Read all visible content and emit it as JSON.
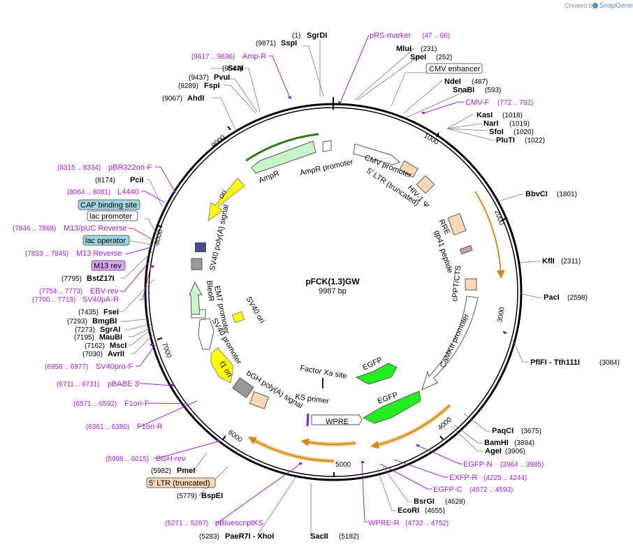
{
  "plasmid": {
    "name": "pFCK(1.3)GW",
    "size": "9987 bp"
  },
  "credit": {
    "prefix": "Created by",
    "brand": "SnapGene"
  },
  "ticks": [
    "1000",
    "2000",
    "3000",
    "4000",
    "5000",
    "6000",
    "7000",
    "8000",
    "9000"
  ],
  "sites": [
    {
      "name": "SgrDI",
      "pos": "(1)"
    },
    {
      "name": "SspI",
      "pos": "(9871)"
    },
    {
      "name": "ScaI",
      "pos": "(9547)"
    },
    {
      "name": "PvuI",
      "pos": "(9437)"
    },
    {
      "name": "FspI",
      "pos": "(9289)"
    },
    {
      "name": "AhdI",
      "pos": "(9067)"
    },
    {
      "name": "MluI",
      "pos": "(231)"
    },
    {
      "name": "SpeI",
      "pos": "(252)"
    },
    {
      "name": "NdeI",
      "pos": "(487)"
    },
    {
      "name": "SnaBI",
      "pos": "(593)"
    },
    {
      "name": "KasI",
      "pos": "(1018)"
    },
    {
      "name": "NarI",
      "pos": "(1019)"
    },
    {
      "name": "SfoI",
      "pos": "(1020)"
    },
    {
      "name": "PluTI",
      "pos": "(1022)"
    },
    {
      "name": "BbvCI",
      "pos": "(1801)"
    },
    {
      "name": "KflI",
      "pos": "(2311)"
    },
    {
      "name": "PacI",
      "pos": "(2598)"
    },
    {
      "name": "PflFI - Tth111I",
      "pos": "(3084)"
    },
    {
      "name": "PaqCI",
      "pos": "(3675)"
    },
    {
      "name": "BamHI",
      "pos": "(3894)"
    },
    {
      "name": "AgeI",
      "pos": "(3906)"
    },
    {
      "name": "BsrGI",
      "pos": "(4628)"
    },
    {
      "name": "EcoRI",
      "pos": "(4655)"
    },
    {
      "name": "SacII",
      "pos": "(5182)"
    },
    {
      "name": "PaeR7I - XhoI",
      "pos": "(5283)"
    },
    {
      "name": "BspEI",
      "pos": "(5779)"
    },
    {
      "name": "PmeI",
      "pos": "(5982)"
    },
    {
      "name": "PciI",
      "pos": "(8174)"
    },
    {
      "name": "BstZ17I",
      "pos": "(7795)"
    },
    {
      "name": "FseI",
      "pos": "(7435)"
    },
    {
      "name": "BmgBI",
      "pos": "(7293)"
    },
    {
      "name": "SgrAI",
      "pos": "(7273)"
    },
    {
      "name": "MauBI",
      "pos": "(7195)"
    },
    {
      "name": "MscI",
      "pos": "(7162)"
    },
    {
      "name": "AvrII",
      "pos": "(7030)"
    }
  ],
  "primers": [
    {
      "name": "pRS-marker",
      "pos": "(47 .. 66)"
    },
    {
      "name": "Amp-R",
      "pos": "(9617 .. 9636)"
    },
    {
      "name": "CMV-F",
      "pos": "(772 .. 792)"
    },
    {
      "name": "pBR322ori-F",
      "pos": "(8315 .. 8334)"
    },
    {
      "name": "L4440",
      "pos": "(8064 .. 8081)"
    },
    {
      "name": "M13/pUC Reverse",
      "pos": "(7846 .. 7868)"
    },
    {
      "name": "M13 Reverse",
      "pos": "(7833 .. 7849)"
    },
    {
      "name": "EBV-rev",
      "pos": "(7754 .. 7773)"
    },
    {
      "name": "SV40pA-R",
      "pos": "(7700 .. 7719)"
    },
    {
      "name": "SV40pro-F",
      "pos": "(6958 .. 6977)"
    },
    {
      "name": "pBABE 3'",
      "pos": "(6711 .. 6731)"
    },
    {
      "name": "F1ori-F",
      "pos": "(6571 .. 6592)"
    },
    {
      "name": "F1ori-R",
      "pos": "(6361 .. 6380)"
    },
    {
      "name": "BGH-rev",
      "pos": "(5998 .. 6015)"
    },
    {
      "name": "pBluescriptKS",
      "pos": "(5271 .. 5287)"
    },
    {
      "name": "WPRE-R",
      "pos": "(4732 .. 4752)"
    },
    {
      "name": "EGFP-C",
      "pos": "(4572 .. 4593)"
    },
    {
      "name": "EXFP-R",
      "pos": "(4225 .. 4244)"
    },
    {
      "name": "EGFP-N",
      "pos": "(3964 .. 3985)"
    }
  ],
  "boxes": [
    {
      "label": "CMV enhancer"
    },
    {
      "label": "CAP binding site"
    },
    {
      "label": "lac promoter"
    },
    {
      "label": "lac operator"
    },
    {
      "label": "M13 rev"
    },
    {
      "label": "5' LTR (truncated)"
    }
  ],
  "features": [
    {
      "label": "AmpR"
    },
    {
      "label": "AmpR promoter"
    },
    {
      "label": "ori"
    },
    {
      "label": "SV40 poly(A) signal"
    },
    {
      "label": "CMV promoter"
    },
    {
      "label": "5' LTR (truncated)"
    },
    {
      "label": "HIV-1 Ψ"
    },
    {
      "label": "RRE"
    },
    {
      "label": "gp41 peptide"
    },
    {
      "label": "cPPT/CTS"
    },
    {
      "label": "CaMKII promoter"
    },
    {
      "label": "EGFP"
    },
    {
      "label": "EGFP"
    },
    {
      "label": "Factor Xa site"
    },
    {
      "label": "WPRE"
    },
    {
      "label": "KS primer"
    },
    {
      "label": "bGH poly(A) signal"
    },
    {
      "label": "f1 ori"
    },
    {
      "label": "SV40 promoter"
    },
    {
      "label": "EM7 promoter"
    },
    {
      "label": "BleoR"
    },
    {
      "label": "SV40 ori"
    }
  ],
  "colors": {
    "amp": "#c8f5c8",
    "ori": "#ffff00",
    "promoter": "#ffffff",
    "ltr": "#fbd9b8",
    "egfp": "#22ee22",
    "misc_orange": "#e7a33a",
    "primer": "#a020c8",
    "lac": "#9fd5de",
    "m13": "#dba3f0"
  }
}
